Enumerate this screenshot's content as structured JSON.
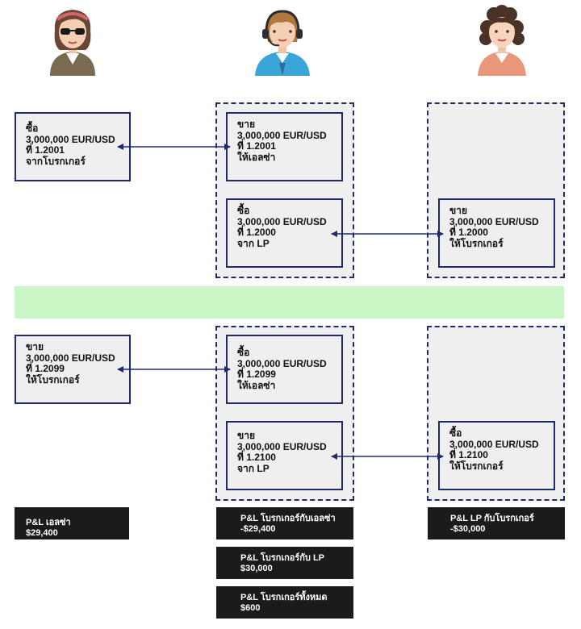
{
  "colors": {
    "frame": "#1f2a6b",
    "box_fill": "#efefef",
    "divider": "#c9f6c4",
    "pnl_bg": "#1b1b1b"
  },
  "avatars": [
    {
      "icon": "woman-sunglasses-icon"
    },
    {
      "icon": "woman-headset-icon"
    },
    {
      "icon": "woman-curly-hair-icon"
    }
  ],
  "top": {
    "client_box": {
      "l1": "ซื้อ",
      "l2": "3,000,000 EUR/USD",
      "l3": "ที่ 1.2001",
      "l4": "จากโบรกเกอร์"
    },
    "broker_sell": {
      "l1": "ขาย",
      "l2": "3,000,000 EUR/USD",
      "l3": "ที่ 1.2001",
      "l4": "ให้เอลซ่า"
    },
    "broker_buy": {
      "l1": "ซื้อ",
      "l2": "3,000,000 EUR/USD",
      "l3": "ที่ 1.2000",
      "l4": "จาก LP"
    },
    "lp_box": {
      "l1": "ขาย",
      "l2": "3,000,000 EUR/USD",
      "l3": "ที่ 1.2000",
      "l4": "ให้โบรกเกอร์"
    }
  },
  "bottom": {
    "client_box": {
      "l1": "ขาย",
      "l2": "3,000,000 EUR/USD",
      "l3": "ที่ 1.2099",
      "l4": "ให้โบรกเกอร์"
    },
    "broker_buy": {
      "l1": "ซื้อ",
      "l2": "3,000,000 EUR/USD",
      "l3": "ที่ 1.2099",
      "l4": "ให้เอลซ่า"
    },
    "broker_sell": {
      "l1": "ขาย",
      "l2": "3,000,000 EUR/USD",
      "l3": "ที่ 1.2100",
      "l4": "จาก LP"
    },
    "lp_box": {
      "l1": "ซื้อ",
      "l2": "3,000,000 EUR/USD",
      "l3": "ที่ 1.2100",
      "l4": "ให้โบรกเกอร์"
    }
  },
  "pnl": {
    "client": {
      "label": "P&L เอลซ่า",
      "value": "$29,400"
    },
    "broker_client": {
      "label": "P&L  โบรกเกอร์กับเอลซ่า",
      "value": "-$29,400"
    },
    "lp_broker": {
      "label": "P&L LP กับโบรกเกอร์",
      "value": "-$30,000"
    },
    "broker_lp": {
      "label": "P&L  โบรกเกอร์กับ LP",
      "value": "$30,000"
    },
    "broker_total": {
      "label": "P&L  โบรกเกอร์ทั้งหมด",
      "value": "$600"
    }
  }
}
